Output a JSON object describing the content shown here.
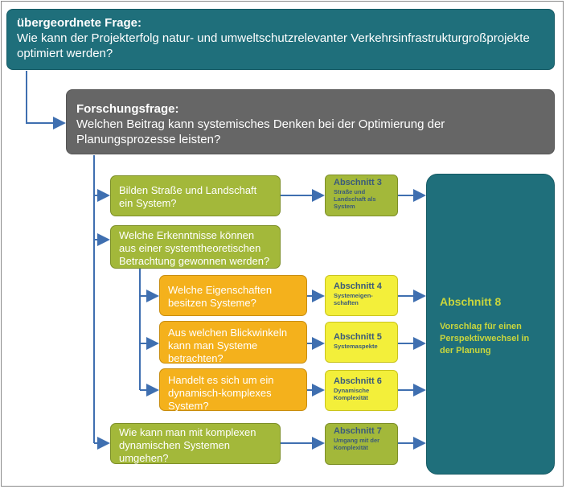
{
  "top": {
    "title": "übergeordnete Frage:",
    "text": "Wie kann der Projekterfolg natur- und umweltschutzrelevanter Verkehrsinfrastrukturgroßprojekte optimiert werden?"
  },
  "research": {
    "title": "Forschungsfrage:",
    "text": "Welchen Beitrag kann systemisches Denken bei der Optimierung der Planungsprozesse leisten?"
  },
  "questions": {
    "q1": "Bilden Straße und Landschaft ein System?",
    "q2": "Welche Erkenntnisse können aus einer systemtheoretischen Betrachtung gewonnen werden?",
    "q2a": "Welche Eigenschaften besitzen Systeme?",
    "q2b": "Aus welchen Blickwinkeln kann man Systeme betrachten?",
    "q2c": "Handelt es sich um ein dynamisch-komplexes System?",
    "q3": "Wie kann man mit komplexen dynamischen Systemen umgehen?"
  },
  "sections": {
    "s3": {
      "title": "Abschnitt 3",
      "sub": "Straße und Landschaft als System"
    },
    "s4": {
      "title": "Abschnitt 4",
      "sub": "Systemeigen-schaften"
    },
    "s5": {
      "title": "Abschnitt 5",
      "sub": "Systemaspekte"
    },
    "s6": {
      "title": "Abschnitt 6",
      "sub": "Dynamische Komplexität"
    },
    "s7": {
      "title": "Abschnitt 7",
      "sub": "Umgang mit der Komplexität"
    },
    "s8": {
      "title": "Abschnitt 8",
      "sub": "Vorschlag für einen Perspektivwechsel in der Planung"
    }
  },
  "colors": {
    "teal": "#1f6f7b",
    "grey": "#666666",
    "olive": "#a3b83a",
    "orange": "#f4b11c",
    "yellow": "#f3ef3a",
    "connector": "#3f6fb0"
  }
}
